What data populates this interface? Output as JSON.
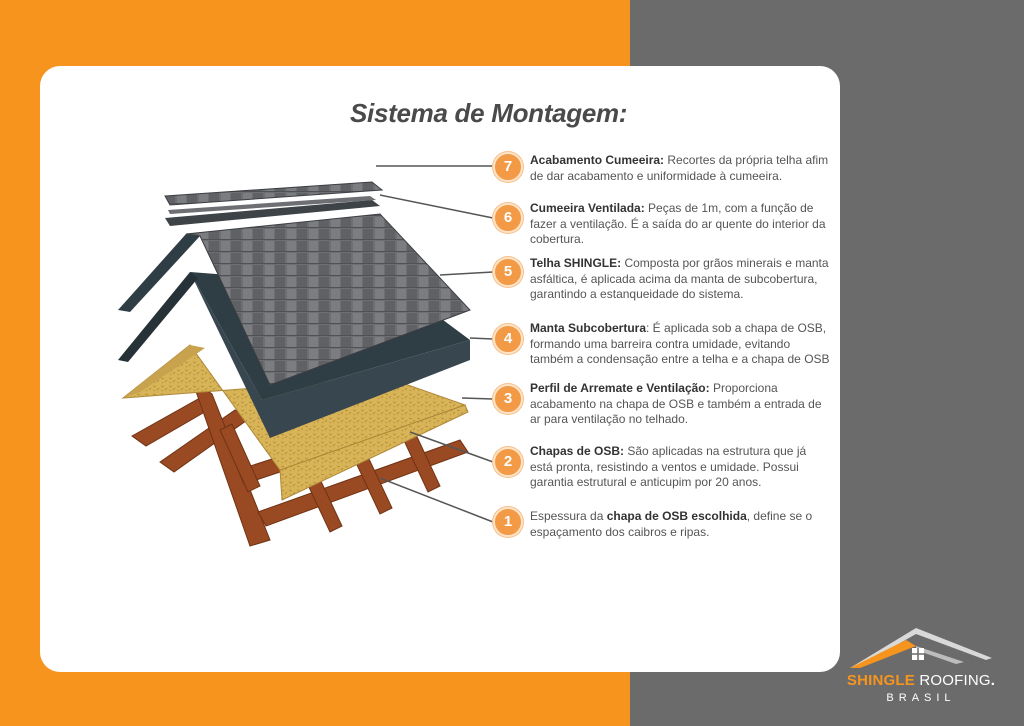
{
  "title": "Sistema de Montagem:",
  "steps": [
    {
      "number": "7",
      "title": "Acabamento Cumeeira:",
      "text": " Recortes da própria telha afim de dar acabamento e uniformidade à cumeeira."
    },
    {
      "number": "6",
      "title": "Cumeeira Ventilada:",
      "text": " Peças de 1m, com a função de fazer a ventilação. É a saída do ar quente do interior da cobertura."
    },
    {
      "number": "5",
      "title": "Telha SHINGLE:",
      "text": " Composta por grãos minerais e manta asfáltica, é aplicada acima da manta de subcobertura, garantindo a estanqueidade do sistema."
    },
    {
      "number": "4",
      "title": "Manta Subcobertura",
      "text": ": É aplicada sob a chapa de OSB, formando uma barreira contra umidade, evitando também a condensação entre a telha e a chapa de OSB"
    },
    {
      "number": "3",
      "title": "Perfil de Arremate e Ventilação:",
      "text": " Proporciona acabamento na chapa de OSB e também a entrada de ar para ventilação no telhado."
    },
    {
      "number": "2",
      "title": "Chapas de OSB:",
      "text": " São aplicadas na estrutura que já está pronta, resistindo a ventos e umidade. Possui garantia estrutural e anticupim por 20 anos."
    },
    {
      "number": "1",
      "prefix": "Espessura da ",
      "bold": "chapa de OSB escolhida",
      "suffix": ", define se o espaçamento dos caibros e ripas."
    }
  ],
  "logo": {
    "brand_accent": "SHINGLE",
    "brand_rest": "ROOFING",
    "brand_mark": ".",
    "country": "BRASIL"
  },
  "colors": {
    "orange": "#f7941d",
    "gray": "#6b6b6b",
    "badge": "#f39a47",
    "shingle": "#6d6f73",
    "membrane": "#2f3d45",
    "osb": "#d8b458",
    "wood": "#9a4a22"
  }
}
